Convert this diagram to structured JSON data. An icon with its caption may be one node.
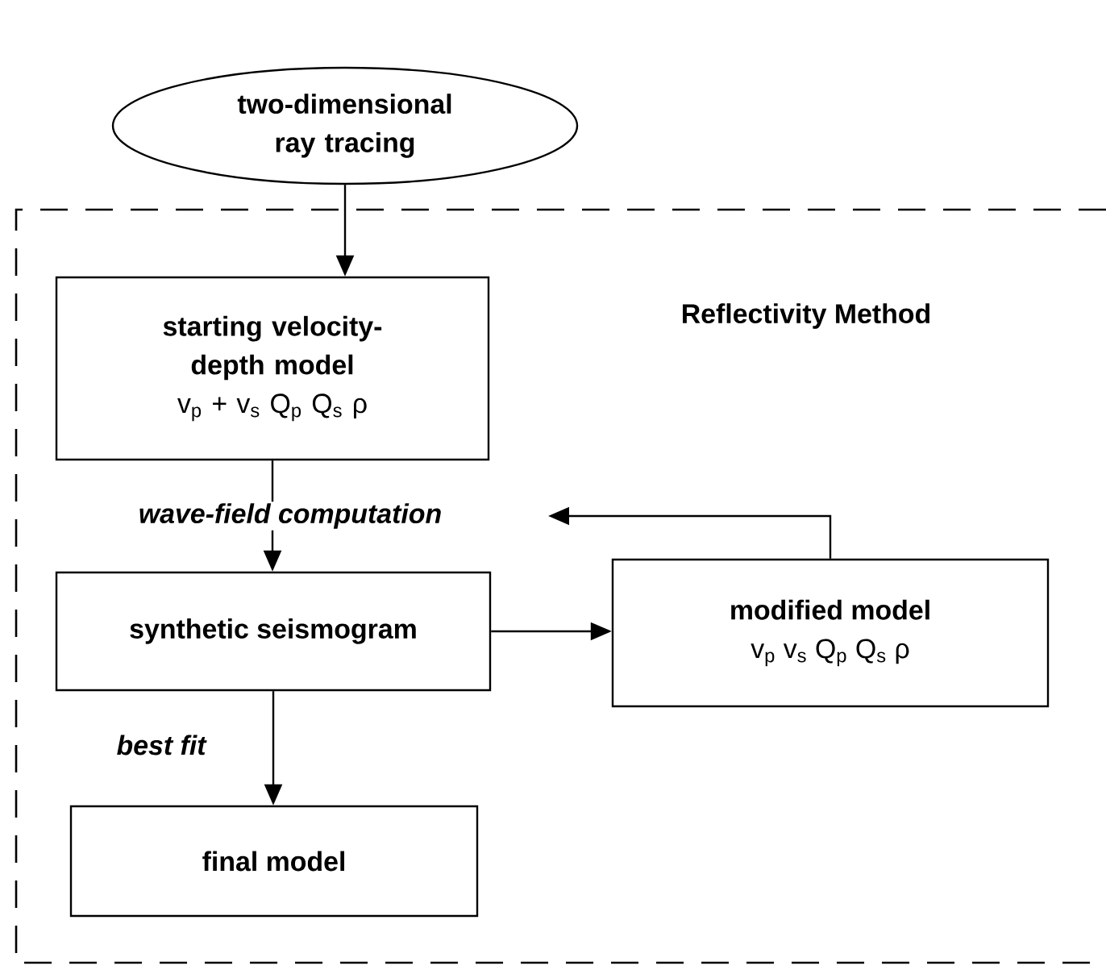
{
  "diagram": {
    "nodes": [
      {
        "text": [
          "two-dimensional ray tracing"
        ]
      },
      {
        "text": [
          "Reflectivity Method"
        ]
      },
      {
        "text": [
          "starting velocity-depth model",
          "v$_{p}$ + v$_{s}$ Q$_{p}$ Q$_{s}$ ρ"
        ],
        "in": 1
      },
      {
        "text": [
          "synthetic seismogram"
        ],
        "in": 1
      },
      {
        "text": [
          "modified model",
          "v$_{p}$ v$_{s}$ Q$_{p}$ Q$_{s}$ ρ"
        ],
        "in": 1
      },
      {
        "text": [
          "final model"
        ],
        "in": 1
      }
    ],
    "edges": [
      {
        "from": 0,
        "to": 2,
        "arrow": "to"
      },
      {
        "from": 2,
        "to": 3,
        "arrow": "to",
        "label": "wave-field computation"
      },
      {
        "from": 3,
        "to": 4,
        "arrow": "to"
      },
      {
        "from": 4,
        "to": null,
        "arrow": "to"
      },
      {
        "from": 3,
        "to": 5,
        "arrow": "to",
        "label": "best fit"
      }
    ]
  }
}
